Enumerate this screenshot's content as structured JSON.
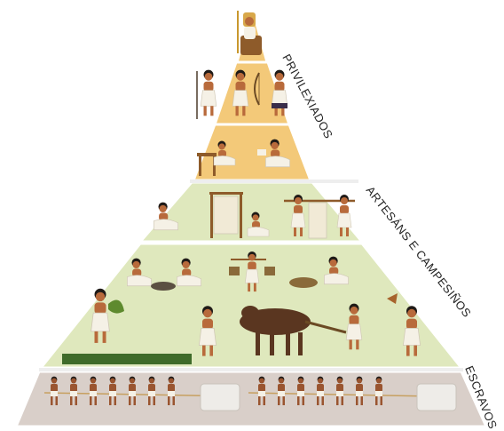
{
  "diagram": {
    "tiers": [
      {
        "id": "privileged",
        "label": "PRIVILEXIADOS",
        "color": "#f3c979"
      },
      {
        "id": "artisans",
        "label": "ARTESÁNS E CAMPESIÑOS",
        "color": "#dfe8bd"
      },
      {
        "id": "slaves",
        "label": "ESCRAVOS",
        "color": "#d9cfc9"
      }
    ],
    "levels": [
      {
        "name": "pharaoh-level",
        "depicts": "seated-pharaoh"
      },
      {
        "name": "nobles-priests-warriors-level",
        "depicts": "priest-noble-archer"
      },
      {
        "name": "scribes-level",
        "depicts": "seated-scribes"
      },
      {
        "name": "artisans-level",
        "depicts": "weaver-potter-carriers"
      },
      {
        "name": "peasants-level",
        "depicts": "farmers-oxen-plough"
      },
      {
        "name": "slaves-level",
        "depicts": "slaves-hauling-stone-blocks"
      }
    ]
  }
}
